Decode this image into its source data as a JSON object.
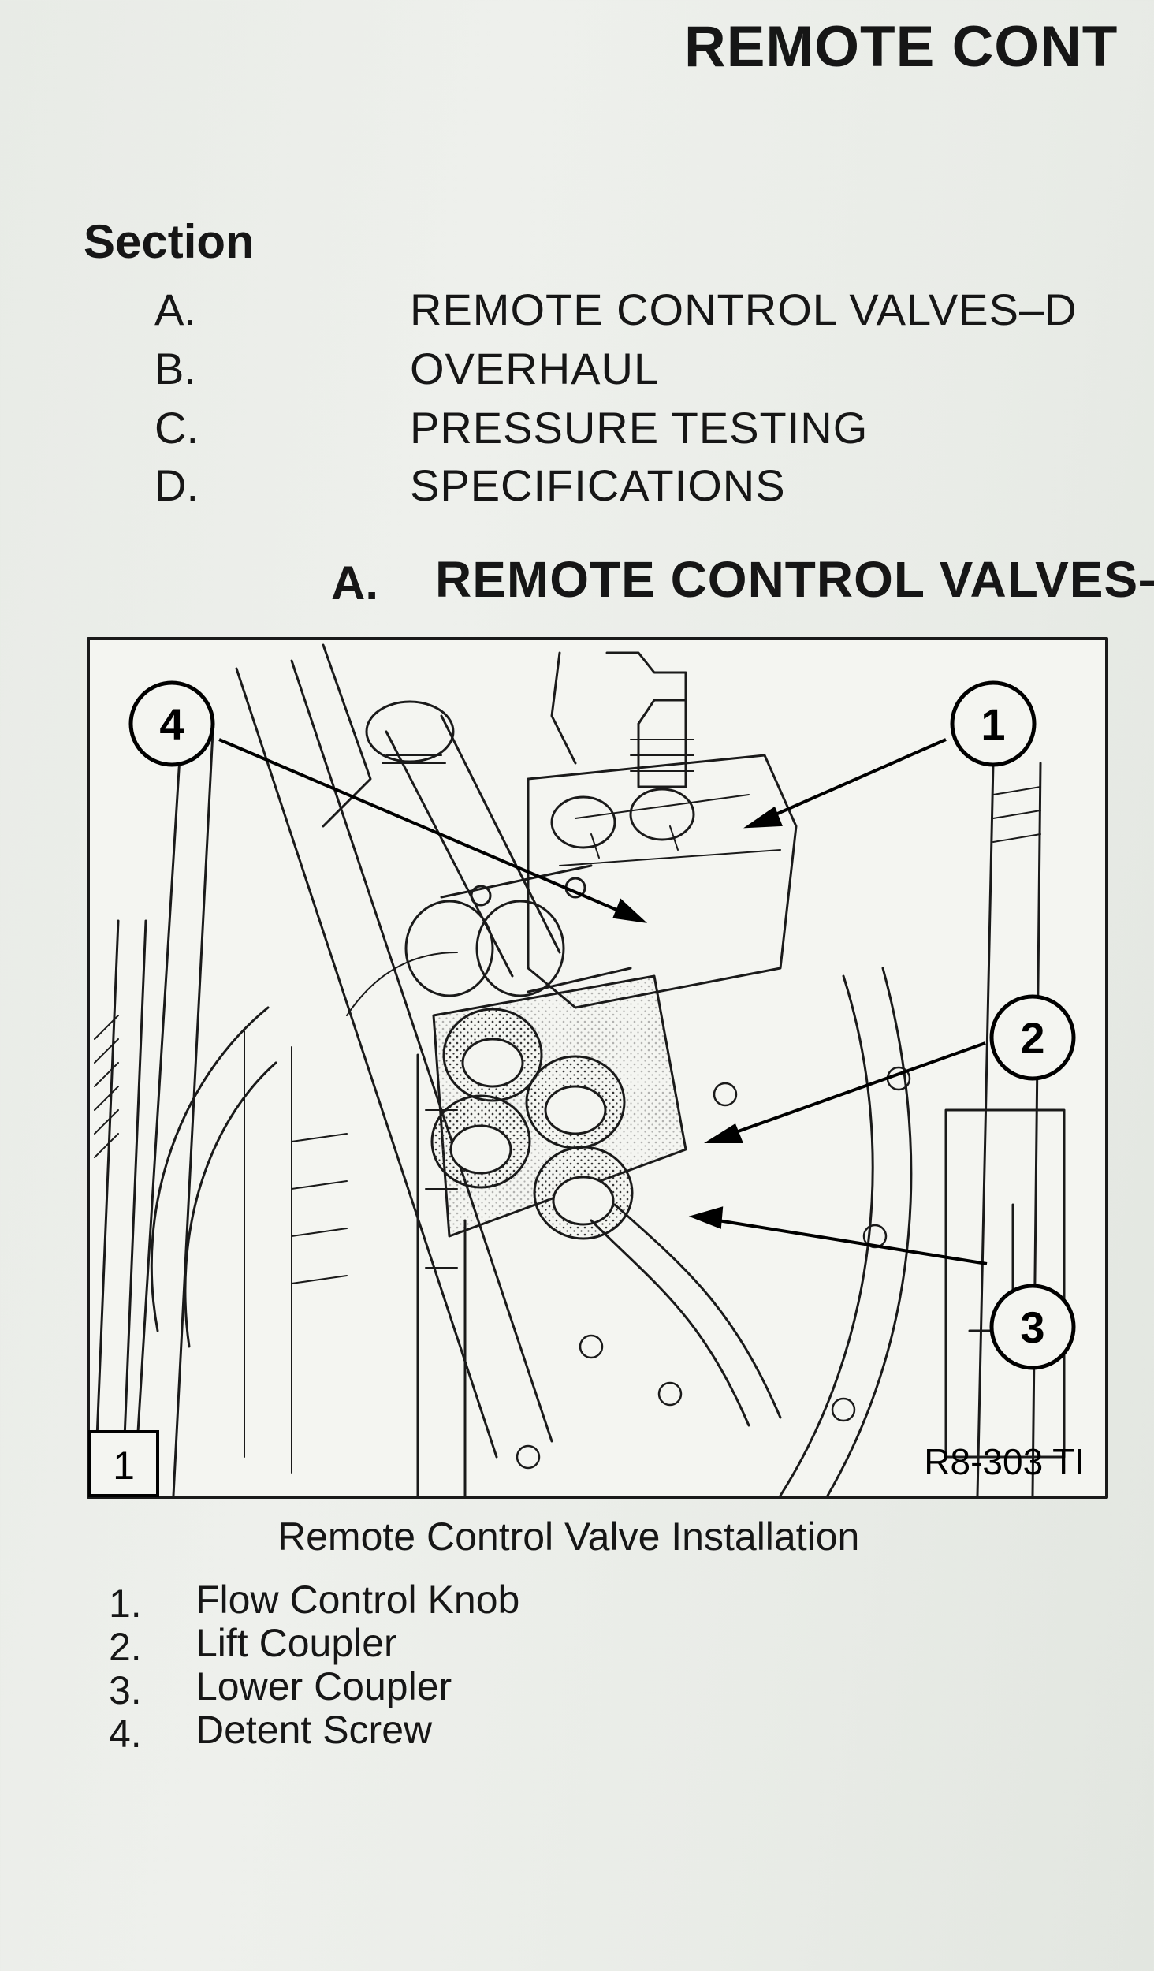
{
  "header": {
    "title": "REMOTE CONT"
  },
  "sections": {
    "label": "Section",
    "items": [
      {
        "letter": "A.",
        "title": "REMOTE CONTROL VALVES–D"
      },
      {
        "letter": "B.",
        "title": "OVERHAUL"
      },
      {
        "letter": "C.",
        "title": "PRESSURE TESTING"
      },
      {
        "letter": "D.",
        "title": "SPECIFICATIONS"
      }
    ]
  },
  "section_heading": {
    "letter": "A.",
    "title": "REMOTE CONTROL VALVES–"
  },
  "figure": {
    "callouts": [
      "1",
      "2",
      "3",
      "4"
    ],
    "figure_number": "1",
    "drawing_code": "R8-303 TI",
    "caption": "Remote Control Valve Installation"
  },
  "legend": [
    {
      "num": "1.",
      "text": "Flow Control Knob"
    },
    {
      "num": "2.",
      "text": "Lift Coupler"
    },
    {
      "num": "3.",
      "text": "Lower Coupler"
    },
    {
      "num": "4.",
      "text": "Detent Screw"
    }
  ]
}
